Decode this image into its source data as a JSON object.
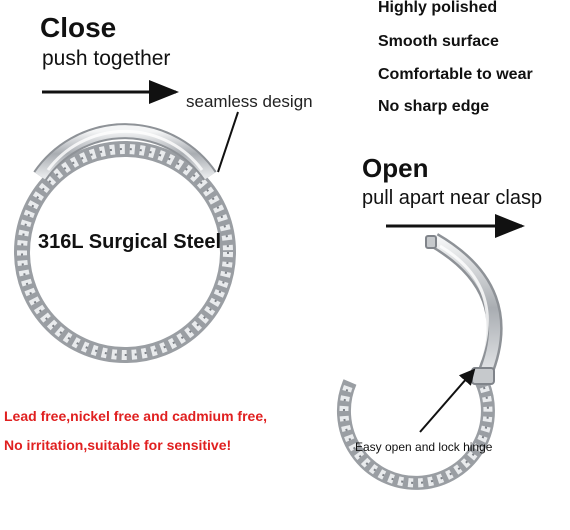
{
  "close": {
    "title": "Close",
    "subtitle": "push together"
  },
  "callouts": {
    "seamless": "seamless design",
    "material": "316L Surgical Steel",
    "hinge": "Easy open and lock hinge"
  },
  "features": [
    "Highly polished",
    "Smooth surface",
    "Comfortable to wear",
    "No sharp edge"
  ],
  "open": {
    "title": "Open",
    "subtitle": "pull apart near clasp"
  },
  "notes": [
    "Lead free,nickel free and cadmium free,",
    "No irritation,suitable for sensitive!"
  ],
  "colors": {
    "warning_text": "#e02020",
    "metal": "#b9bcc0"
  }
}
